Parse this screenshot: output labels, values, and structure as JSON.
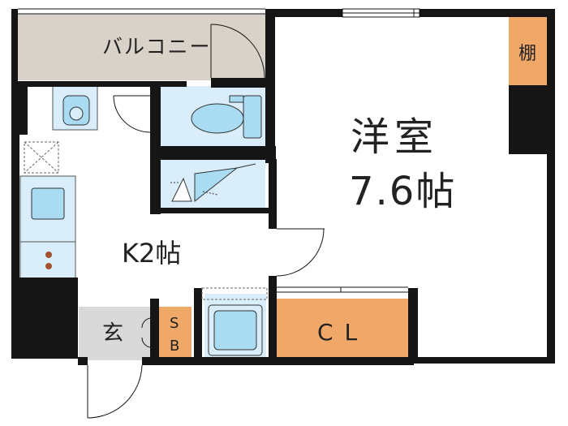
{
  "rooms": {
    "balcony": "バルコニー",
    "western": "洋室",
    "western_size": "7.6帖",
    "kitchen": "K2帖",
    "entrance": "玄",
    "shoe_box_s": "S",
    "shoe_box_b": "B",
    "closet": "CL",
    "shelf": "棚"
  },
  "colors": {
    "wall": "#151515",
    "balcony_fill": "#d8d2c8",
    "wet_fill": "#d9eefa",
    "fixture_fill": "#a9dcf2",
    "storage_fill": "#f0a868",
    "entrance_fill": "#d9d9d9",
    "stove_burner": "#a0532d"
  }
}
